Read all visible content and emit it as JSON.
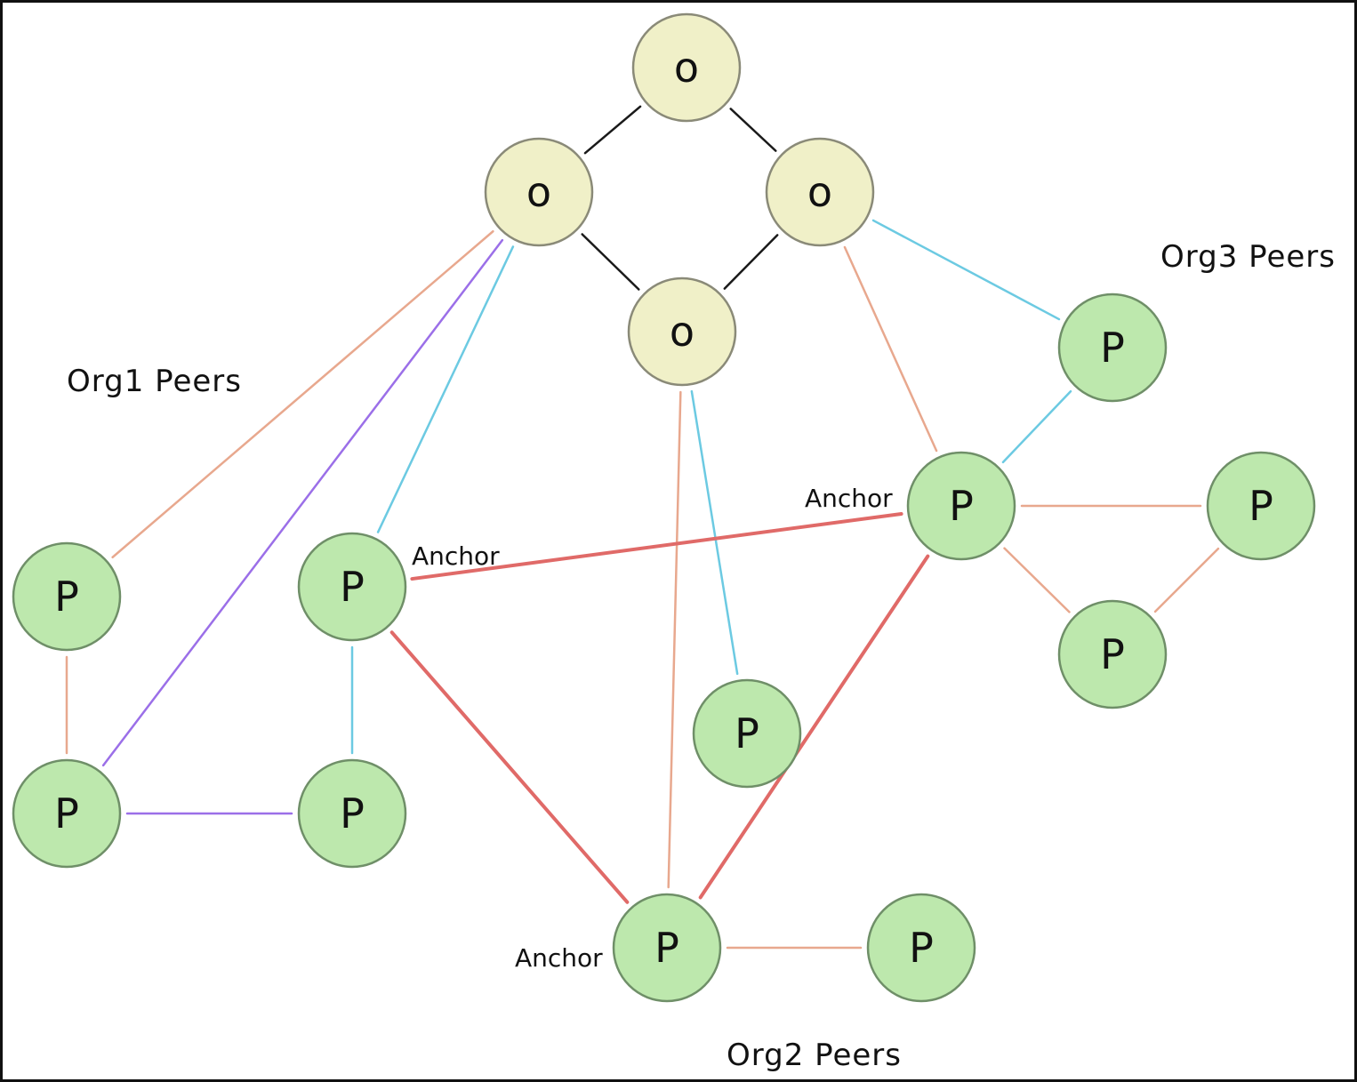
{
  "colors": {
    "orderer_fill": "#f0f0c8",
    "orderer_stroke": "#8a8a78",
    "peer_fill": "#bde8ad",
    "peer_stroke": "#6f8f68",
    "edge_black": "#1a1a1a",
    "edge_orange": "#e8a88e",
    "edge_red": "#e06a68",
    "edge_blue": "#6ccae2",
    "edge_purple": "#9b6fe8"
  },
  "groups": {
    "org1": "Org1 Peers",
    "org2": "Org2 Peers",
    "org3": "Org3 Peers"
  },
  "anchor_label": "Anchor",
  "nodes": [
    {
      "id": "o_top",
      "kind": "orderer",
      "label": "o"
    },
    {
      "id": "o_left",
      "kind": "orderer",
      "label": "o"
    },
    {
      "id": "o_right",
      "kind": "orderer",
      "label": "o"
    },
    {
      "id": "o_bottom",
      "kind": "orderer",
      "label": "o"
    },
    {
      "id": "p1_a",
      "kind": "peer",
      "label": "P",
      "org": "org1"
    },
    {
      "id": "p1_anchor",
      "kind": "peer",
      "label": "P",
      "org": "org1",
      "anchor": true
    },
    {
      "id": "p1_b",
      "kind": "peer",
      "label": "P",
      "org": "org1"
    },
    {
      "id": "p1_c",
      "kind": "peer",
      "label": "P",
      "org": "org1"
    },
    {
      "id": "p2_a",
      "kind": "peer",
      "label": "P",
      "org": "org2"
    },
    {
      "id": "p2_anchor",
      "kind": "peer",
      "label": "P",
      "org": "org2",
      "anchor": true
    },
    {
      "id": "p2_b",
      "kind": "peer",
      "label": "P",
      "org": "org2"
    },
    {
      "id": "p3_top",
      "kind": "peer",
      "label": "P",
      "org": "org3"
    },
    {
      "id": "p3_anchor",
      "kind": "peer",
      "label": "P",
      "org": "org3",
      "anchor": true
    },
    {
      "id": "p3_right",
      "kind": "peer",
      "label": "P",
      "org": "org3"
    },
    {
      "id": "p3_bottom",
      "kind": "peer",
      "label": "P",
      "org": "org3"
    }
  ],
  "edges": [
    {
      "from": "o_top",
      "to": "o_left",
      "color": "edge_black"
    },
    {
      "from": "o_top",
      "to": "o_right",
      "color": "edge_black"
    },
    {
      "from": "o_left",
      "to": "o_bottom",
      "color": "edge_black"
    },
    {
      "from": "o_right",
      "to": "o_bottom",
      "color": "edge_black"
    },
    {
      "from": "o_left",
      "to": "p1_a",
      "color": "edge_orange"
    },
    {
      "from": "o_left",
      "to": "p1_b",
      "color": "edge_purple"
    },
    {
      "from": "o_left",
      "to": "p1_anchor",
      "color": "edge_blue"
    },
    {
      "from": "o_bottom",
      "to": "p2_anchor",
      "color": "edge_orange"
    },
    {
      "from": "o_bottom",
      "to": "p2_a",
      "color": "edge_blue"
    },
    {
      "from": "o_right",
      "to": "p3_anchor",
      "color": "edge_orange"
    },
    {
      "from": "o_right",
      "to": "p3_top",
      "color": "edge_blue"
    },
    {
      "from": "p1_a",
      "to": "p1_b",
      "color": "edge_orange"
    },
    {
      "from": "p1_b",
      "to": "p1_c",
      "color": "edge_purple"
    },
    {
      "from": "p1_anchor",
      "to": "p1_c",
      "color": "edge_blue"
    },
    {
      "from": "p1_anchor",
      "to": "p3_anchor",
      "color": "edge_red"
    },
    {
      "from": "p1_anchor",
      "to": "p2_anchor",
      "color": "edge_red"
    },
    {
      "from": "p2_anchor",
      "to": "p3_anchor",
      "color": "edge_red"
    },
    {
      "from": "p2_anchor",
      "to": "p2_b",
      "color": "edge_orange"
    },
    {
      "from": "p3_top",
      "to": "p3_anchor",
      "color": "edge_blue"
    },
    {
      "from": "p3_anchor",
      "to": "p3_right",
      "color": "edge_orange"
    },
    {
      "from": "p3_anchor",
      "to": "p3_bottom",
      "color": "edge_orange"
    },
    {
      "from": "p3_right",
      "to": "p3_bottom",
      "color": "edge_orange"
    }
  ]
}
